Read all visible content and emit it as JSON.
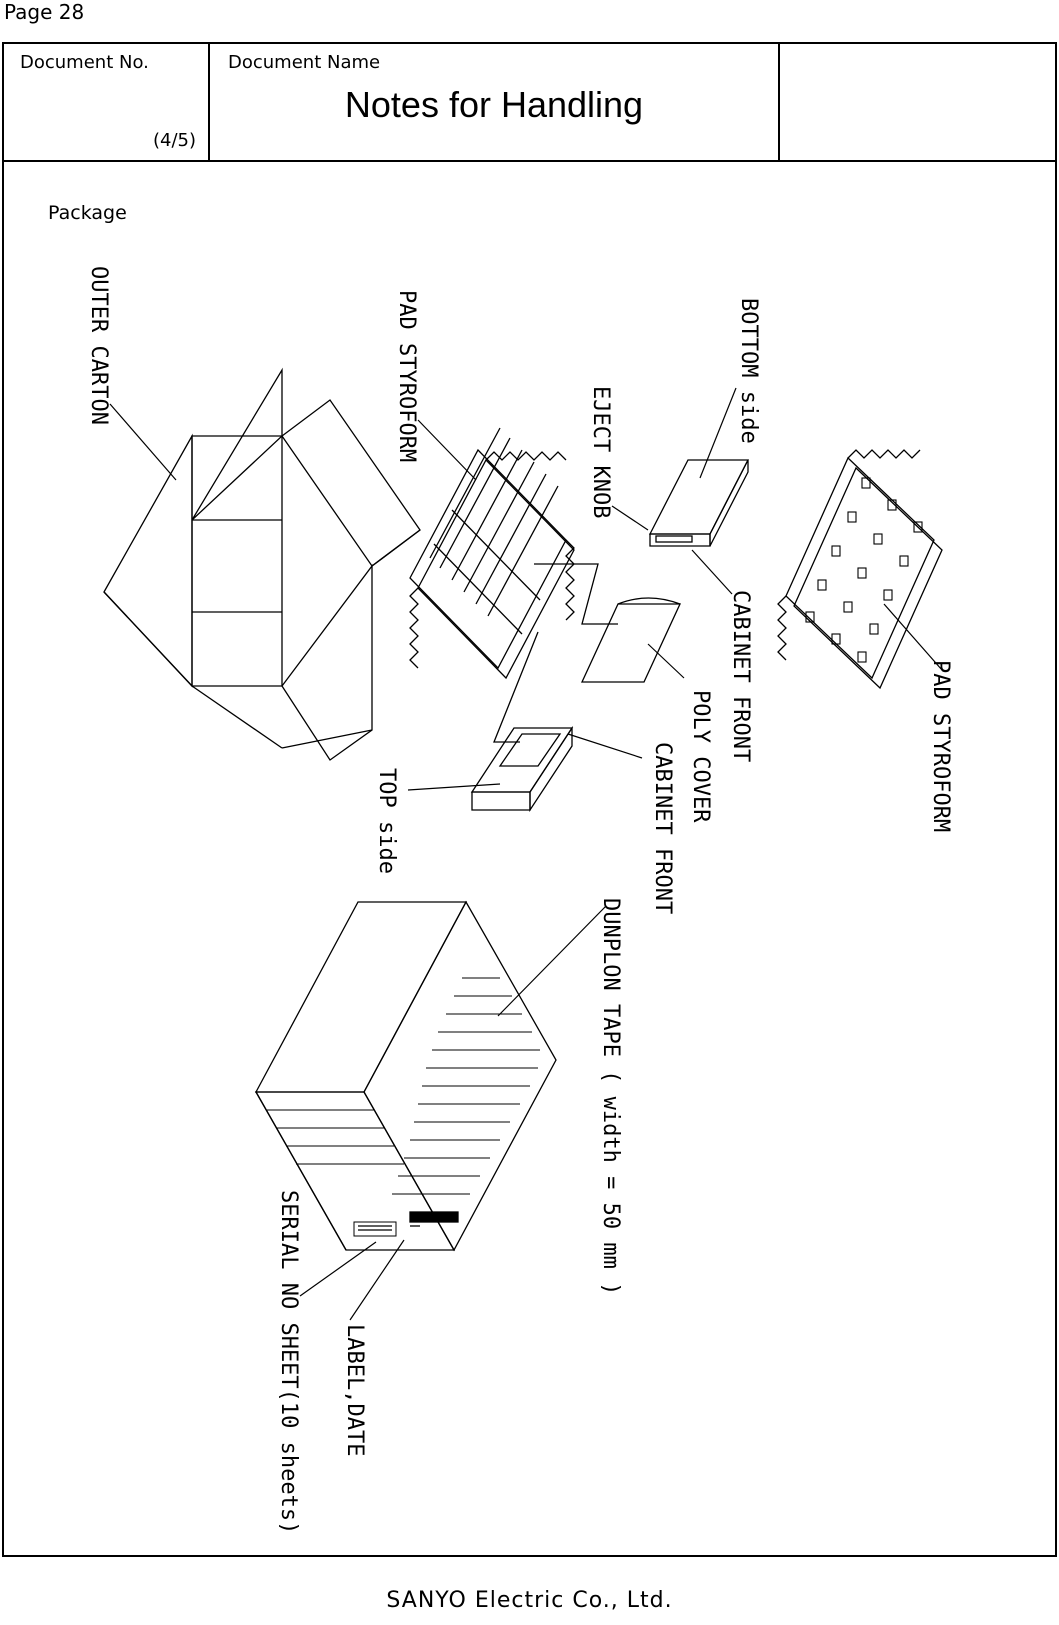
{
  "page_label": "Page 28",
  "header": {
    "doc_no_label": "Document No.",
    "doc_no_value": "(4/5)",
    "doc_name_label": "Document Name",
    "doc_name_value": "Notes for Handling"
  },
  "section_title": "Package",
  "callouts": {
    "outer_carton": "OUTER CARTON",
    "pad_styroform_left": "PAD STYROFORM",
    "eject_knob": "EJECT KNOB",
    "bottom_side": "BOTTOM side",
    "cabinet_front_upper": "CABINET FRONT",
    "poly_cover": "POLY COVER",
    "cabinet_front_lower": "CABINET FRONT",
    "top_side": "TOP side",
    "pad_styroform_right": "PAD STYROFORM",
    "dunplon_tape": "DUNPLON TAPE ( width = 50 mm )",
    "label_date": "LABEL,DATE",
    "serial_sheet": "SERIAL NO SHEET(10 sheets)"
  },
  "footer": "SANYO Electric Co., Ltd."
}
